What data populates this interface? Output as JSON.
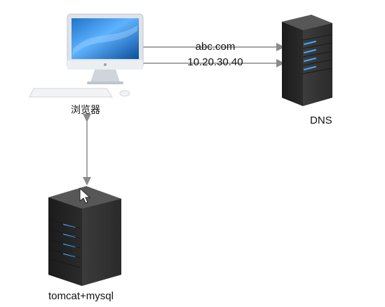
{
  "nodes": {
    "browser": {
      "label": "浏览器"
    },
    "dns": {
      "label": "DNS"
    },
    "app_server": {
      "label": "tomcat+mysql"
    }
  },
  "edges": {
    "browser_dns_top": {
      "label": "abc.com"
    },
    "browser_dns_bottom": {
      "label": "10.20.30.40"
    }
  },
  "colors": {
    "screen": "#3d8fe0",
    "server_body": "#2f2f2f",
    "server_light": "#3ea9ff",
    "arrow": "#8a8a8a"
  },
  "icons": {
    "browser": "desktop-computer-icon",
    "dns": "server-tower-icon",
    "app_server": "server-tower-icon",
    "cursor": "mouse-cursor-icon"
  }
}
